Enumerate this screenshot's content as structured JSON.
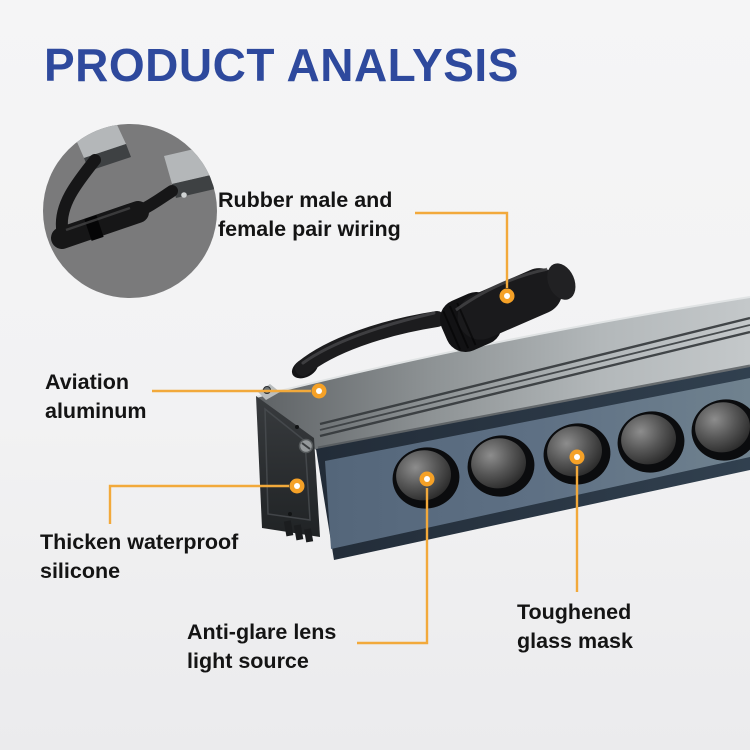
{
  "header": {
    "title": "PRODUCT ANALYSIS"
  },
  "labels": {
    "wiring": {
      "line1": "Rubber male and",
      "line2": "female pair wiring"
    },
    "aluminum": {
      "line1": "Aviation",
      "line2": "aluminum"
    },
    "silicone": {
      "line1": "Thicken waterproof",
      "line2": "silicone"
    },
    "lens": {
      "line1": "Anti-glare lens",
      "line2": "light source"
    },
    "glass": {
      "line1": "Toughened",
      "line2": "glass mask"
    }
  },
  "colors": {
    "title_blue": "#2E499D",
    "accent_orange": "#F2A93B",
    "dot_orange": "#F5A127",
    "label_text": "#141414",
    "background": "#F2F2F3"
  }
}
